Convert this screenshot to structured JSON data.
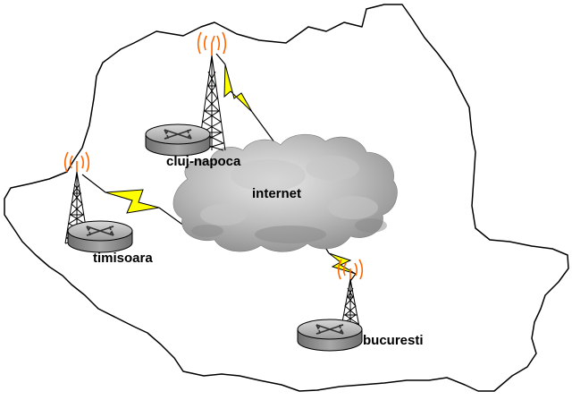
{
  "labels": {
    "cluj": "cluj-napoca",
    "internet": "internet",
    "timisoara": "timisoara",
    "bucuresti": "bucuresti"
  },
  "colors": {
    "outline": "#000000",
    "cloud": "#b3b3b3",
    "bolt": "#ffff00",
    "antenna": "#ff6600",
    "router": "#9a9a9a"
  }
}
